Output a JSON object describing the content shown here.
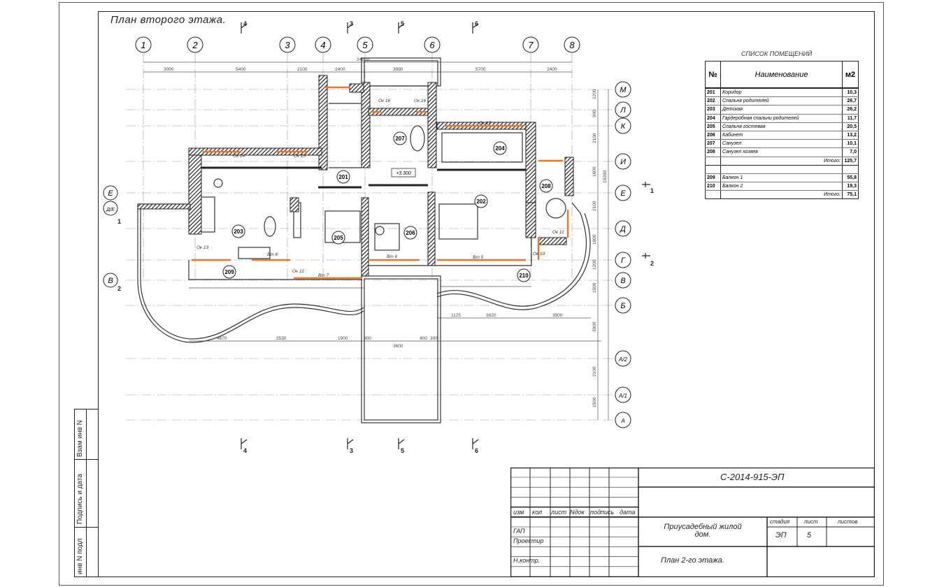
{
  "plan_title": "План второго этажа.",
  "axes_columns": [
    "1",
    "2",
    "3",
    "4",
    "5",
    "6",
    "7",
    "8"
  ],
  "axes_rows_right": [
    "М",
    "Л",
    "К",
    "И",
    "Е",
    "Д",
    "Г",
    "В",
    "Б",
    "А/2",
    "А/1",
    "А"
  ],
  "axes_rows_left": [
    "Е",
    "Д/Е",
    "В"
  ],
  "section_marks": [
    "4",
    "3",
    "5",
    "6"
  ],
  "cut_marks": [
    "1",
    "2"
  ],
  "top_dimensions": {
    "total": "24900",
    "spans": [
      "3000",
      "5400",
      "2100",
      "2400",
      "3990",
      "5700",
      "2400"
    ]
  },
  "right_dimensions": {
    "total": "19200",
    "spans": [
      "1200",
      "900",
      "2100",
      "1800",
      "2100",
      "1800",
      "1200",
      "1500",
      "3000",
      "2100",
      "1500"
    ]
  },
  "bottom_dimensions": [
    "4670",
    "3530",
    "1900",
    "300",
    "3600",
    "400",
    "300",
    "1125",
    "3620",
    "3900"
  ],
  "window_labels": [
    "Ок 14",
    "Ок 15",
    "Ок 16",
    "Ок 16",
    "Ок 17",
    "Ок 13",
    "Ок 12",
    "Ок 11",
    "Ок 10",
    "Вт 8",
    "Вт 7",
    "Вт 6",
    "Вт 5"
  ],
  "level_mark": "+3.300",
  "room_tags": [
    "201",
    "202",
    "203",
    "204",
    "205",
    "206",
    "207",
    "208",
    "209",
    "210"
  ],
  "room_list": {
    "caption": "СПИСОК ПОМЕЩЕНИЙ",
    "headers": {
      "num": "№",
      "name": "Наименование",
      "area": "м2"
    },
    "rooms": [
      {
        "num": "201",
        "name": "Коридор",
        "area": "10,3"
      },
      {
        "num": "202",
        "name": "Спальня родителей",
        "area": "26,7"
      },
      {
        "num": "203",
        "name": "Детская",
        "area": "26,2"
      },
      {
        "num": "204",
        "name": "Гардеробная спальни родителей",
        "area": "11,7"
      },
      {
        "num": "205",
        "name": "Спальня гостевая",
        "area": "20,5"
      },
      {
        "num": "206",
        "name": "Кабинет",
        "area": "13,2"
      },
      {
        "num": "207",
        "name": "Санузел",
        "area": "10,1"
      },
      {
        "num": "208",
        "name": "Санузел хозяев",
        "area": "7,0"
      }
    ],
    "subtotal1": {
      "label": "Итого:",
      "area": "125,7"
    },
    "balconies": [
      {
        "num": "209",
        "name": "Балкон 1",
        "area": "55,8"
      },
      {
        "num": "210",
        "name": "Балкон 2",
        "area": "19,3"
      }
    ],
    "subtotal2": {
      "label": "Итого:",
      "area": "75,1"
    }
  },
  "side_stamp": [
    "Взам инв N",
    "Подпись и дата",
    "инв N подл"
  ],
  "title_block": {
    "code": "С-2014-915-ЭП",
    "cols": [
      "изм",
      "кол",
      "лист",
      "Nдок",
      "подпись",
      "дата"
    ],
    "roles": [
      "ГАП",
      "Проектир",
      "Н.контр."
    ],
    "project": "Приусадебный жилой дом.",
    "sheet_title": "План 2-го этажа.",
    "stage_label": "стадия",
    "sheet_label": "лист",
    "sheets_label": "листов",
    "stage": "ЭП",
    "sheet": "5"
  },
  "colors": {
    "wall": "#222222",
    "window": "#e8782a",
    "grid": "#9a9a9a"
  }
}
